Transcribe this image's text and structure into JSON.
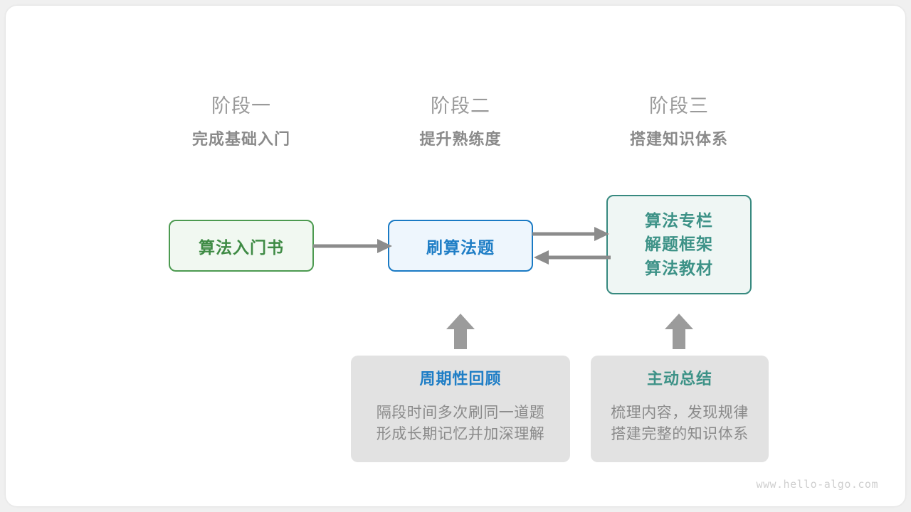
{
  "diagram": {
    "title_watermark": "www.hello-algo.com",
    "colors": {
      "green": "#3f8b45",
      "green_border": "#4c9a50",
      "green_fill": "#f1f8f1",
      "blue": "#1f7ec6",
      "blue_border": "#1a7ac4",
      "blue_fill": "#eef6fd",
      "teal": "#3d9287",
      "teal_border": "#37897f",
      "teal_fill": "#eff6f4",
      "gray_card": "#e2e2e2",
      "gray_text": "#8a8a8a",
      "arrow": "#8c8c8c"
    },
    "stages": [
      {
        "name": "阶段一",
        "goal": "完成基础入门"
      },
      {
        "name": "阶段二",
        "goal": "提升熟练度"
      },
      {
        "name": "阶段三",
        "goal": "搭建知识体系"
      }
    ],
    "nodes": {
      "book": {
        "label": "算法入门书"
      },
      "practice": {
        "label": "刷算法题"
      },
      "resources": {
        "lines": [
          "算法专栏",
          "解题框架",
          "算法教材"
        ]
      }
    },
    "habits": [
      {
        "title": "周期性回顾",
        "body_lines": [
          "隔段时间多次刷同一道题",
          "形成长期记忆并加深理解"
        ]
      },
      {
        "title": "主动总结",
        "body_lines": [
          "梳理内容，发现规律",
          "搭建完整的知识体系"
        ]
      }
    ],
    "connectors": [
      {
        "name": "book-to-practice",
        "direction": "right"
      },
      {
        "name": "practice-to-resources",
        "direction": "right"
      },
      {
        "name": "resources-to-practice",
        "direction": "left"
      },
      {
        "name": "review-to-practice",
        "direction": "up"
      },
      {
        "name": "summary-to-resources",
        "direction": "up"
      }
    ]
  }
}
